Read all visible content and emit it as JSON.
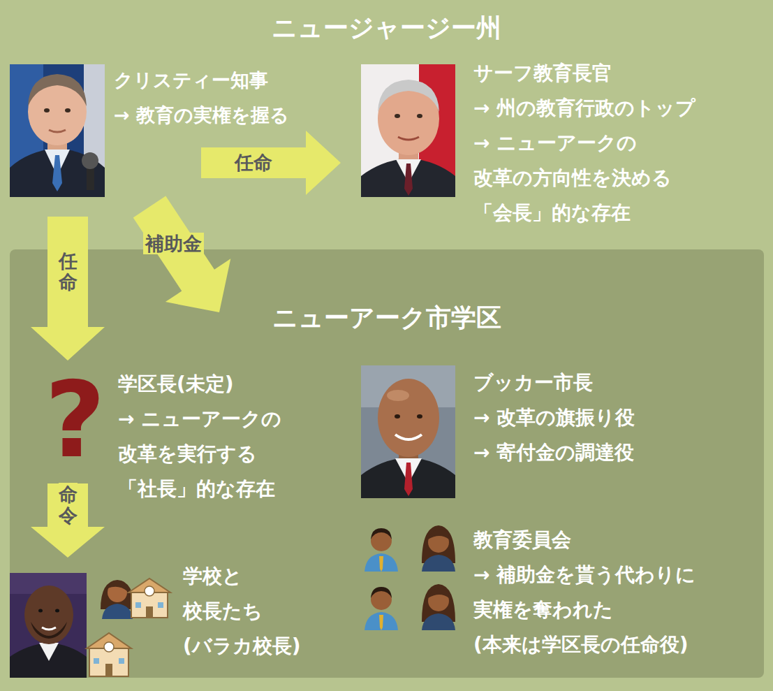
{
  "diagram": {
    "nodes": [
      {
        "text": [
          "ニュージャージー州"
        ]
      },
      {
        "text": [
          "クリスティー知事",
          "→ 教育の実権を握る"
        ],
        "in": 0
      },
      {
        "text": [
          "サーフ教育長官",
          "→ 州の教育行政のトップ",
          "→ ニューアークの 改革の方向性を決める 「会長」的な存在"
        ],
        "in": 0
      },
      {
        "text": [
          "ニューアーク市学区"
        ],
        "in": 0
      },
      {
        "text": [
          "?",
          "学区長(未定)",
          "→ ニューアークの 改革を実行する 「社長」的な存在"
        ],
        "in": 3
      },
      {
        "text": [
          "ブッカー市長",
          "→ 改革の旗振り役",
          "→ 寄付金の調達役"
        ],
        "in": 3
      },
      {
        "text": [
          "学校と 校長たち (バラカ校長)"
        ],
        "in": 3
      },
      {
        "text": [
          "教育委員会",
          "→ 補助金を貰う代わりに 実権を奪われた (本来は学区長の任命役)"
        ],
        "in": 3
      }
    ],
    "edges": [
      {
        "from": 1,
        "to": 2,
        "label": "任命",
        "arrow": "to"
      },
      {
        "from": 1,
        "to": 4,
        "label": "任命",
        "arrow": "to"
      },
      {
        "from": 1,
        "to": 3,
        "label": "補助金",
        "arrow": "to"
      },
      {
        "from": 4,
        "to": 6,
        "label": "命令",
        "arrow": "to"
      }
    ]
  }
}
